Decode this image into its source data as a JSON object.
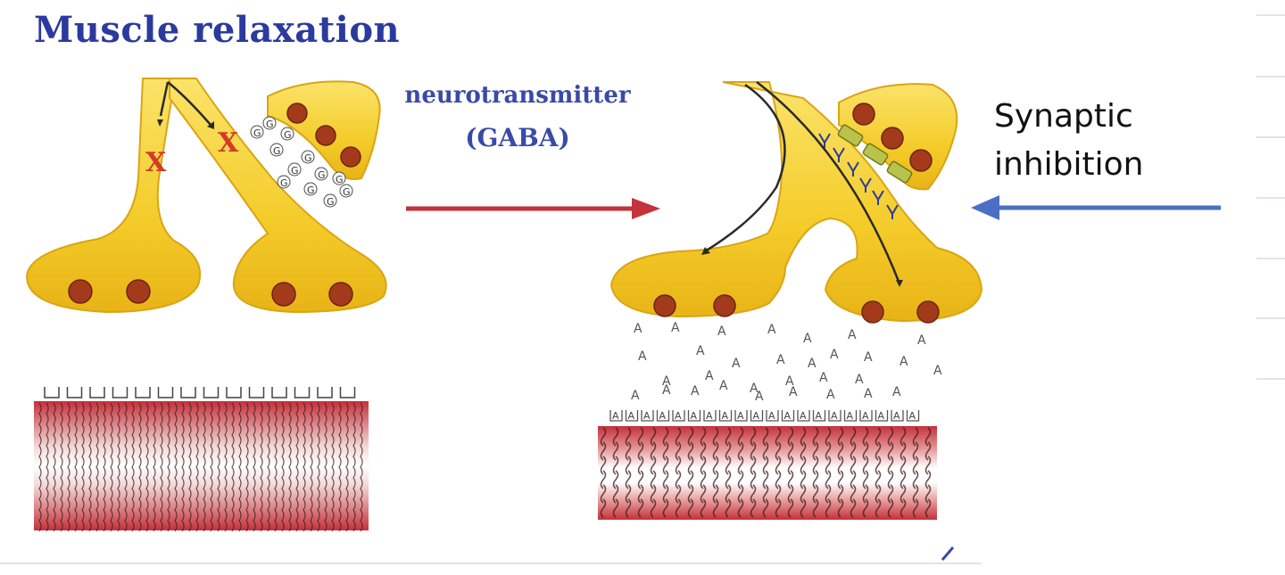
{
  "title": "Muscle relaxation",
  "arrow_label_line1": "neurotransmitter",
  "arrow_label_line2": "(GABA)",
  "right_label_line1": "Synaptic",
  "right_label_line2": "inhibition",
  "marks": {
    "blocked": "X",
    "gaba": "G",
    "transmitter": "A"
  },
  "colors": {
    "title": "#2b3a9c",
    "neuron": "#f7d23a",
    "vesicle": "#a33a1c",
    "muscle": "#c8363a",
    "red_arrow": "#c4323a",
    "blue_arrow": "#4a6fc4"
  }
}
